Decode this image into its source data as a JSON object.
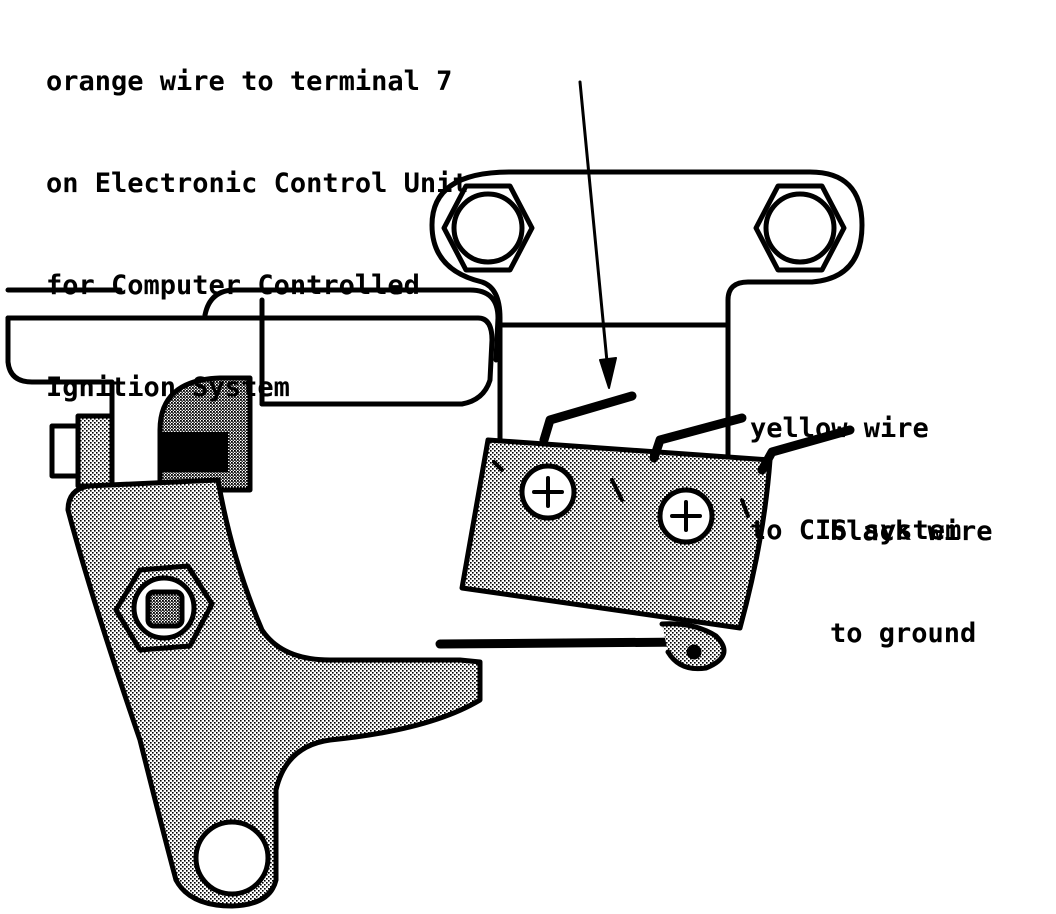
{
  "labels": {
    "orange": {
      "lines": [
        "orange wire to terminal 7",
        "on Electronic Control Unit",
        "for Computer Controlled",
        "Ignition System"
      ]
    },
    "yellow": {
      "lines": [
        "yellow wire",
        "to CIS system"
      ]
    },
    "black": {
      "lines": [
        "black wire",
        "to ground"
      ]
    }
  },
  "colors": {
    "ink": "#000000",
    "paper": "#ffffff",
    "shading": "#c8c8c8"
  }
}
